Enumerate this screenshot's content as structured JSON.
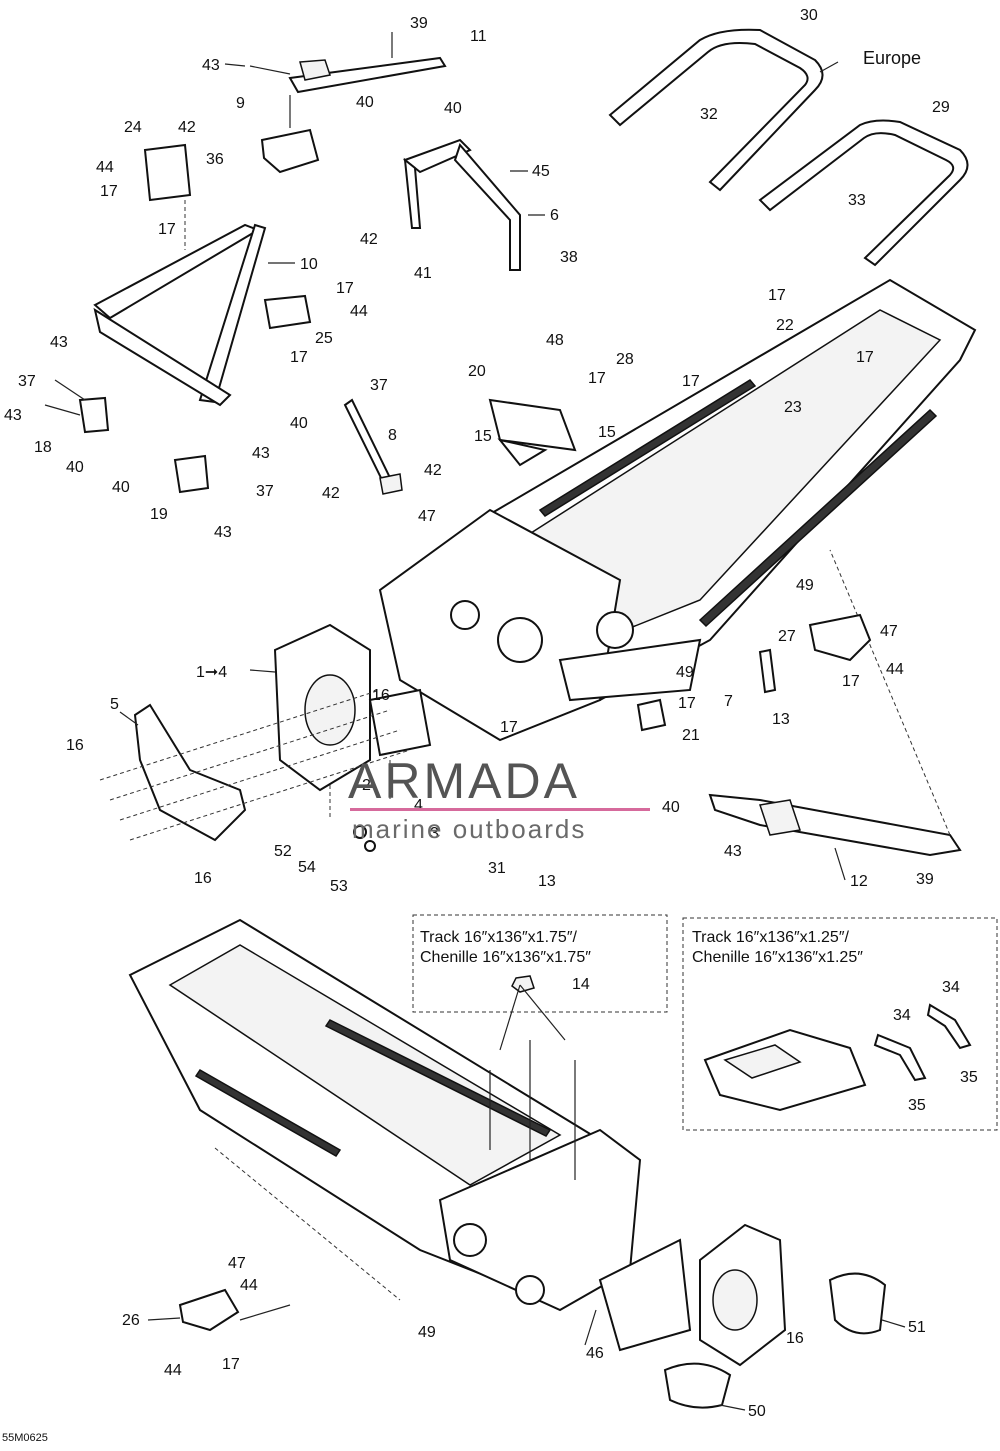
{
  "drawing_code": "55M0625",
  "europe_label": "Europe",
  "watermark": {
    "brand": "ARMADA",
    "tagline": "marine outboards",
    "accent_color": "#d66a9c"
  },
  "track_box_1": {
    "line1": "Track 16″x136″x1.75″/",
    "line2": "Chenille 16″x136″x1.75″",
    "part_label": "14"
  },
  "track_box_2": {
    "line1": "Track 16″x136″x1.25″/",
    "line2": "Chenille 16″x136″x1.25″"
  },
  "callouts": {
    "c39a": "39",
    "c11": "11",
    "c43a": "43",
    "c40a": "40",
    "c9": "9",
    "c24": "24",
    "c42a": "42",
    "c44a": "44",
    "c36": "36",
    "c17a": "17",
    "c17b": "17",
    "c10": "10",
    "c17c": "17",
    "c44b": "44",
    "c25": "25",
    "c17d": "17",
    "c43b": "43",
    "c37a": "37",
    "c43c": "43",
    "c18": "18",
    "c40b": "40",
    "c43d": "43",
    "c40c": "40",
    "c19": "19",
    "c37b": "37",
    "c43e": "43",
    "c30": "30",
    "c32": "32",
    "c29": "29",
    "c33": "33",
    "c40d": "40",
    "c45": "45",
    "c6": "6",
    "c42b": "42",
    "c41": "41",
    "c38": "38",
    "c17e": "17",
    "c22": "22",
    "c17f": "17",
    "c23": "23",
    "c48": "48",
    "c28": "28",
    "c17g": "17",
    "c17h": "17",
    "c20": "20",
    "c15a": "15",
    "c15b": "15",
    "c40e": "40",
    "c37c": "37",
    "c8": "8",
    "c42c": "42",
    "c42d": "42",
    "c47a": "47",
    "c1to4": "1➞4",
    "c5": "5",
    "c16a": "16",
    "c16b": "16",
    "c16c": "16",
    "c2": "2",
    "c4": "4",
    "c3": "3",
    "c52": "52",
    "c54": "54",
    "c53": "53",
    "c31": "31",
    "c13a": "13",
    "c17i": "17",
    "c49a": "49",
    "c49b": "49",
    "c17j": "17",
    "c21": "21",
    "c7": "7",
    "c13b": "13",
    "c27": "27",
    "c47b": "47",
    "c44c": "44",
    "c17k": "17",
    "c40f": "40",
    "c43f": "43",
    "c12": "12",
    "c39b": "39",
    "c34a": "34",
    "c34b": "34",
    "c35a": "35",
    "c35b": "35",
    "c47c": "47",
    "c44d": "44",
    "c26": "26",
    "c44e": "44",
    "c17l": "17",
    "c49c": "49",
    "c46": "46",
    "c16d": "16",
    "c51": "51",
    "c50": "50"
  }
}
